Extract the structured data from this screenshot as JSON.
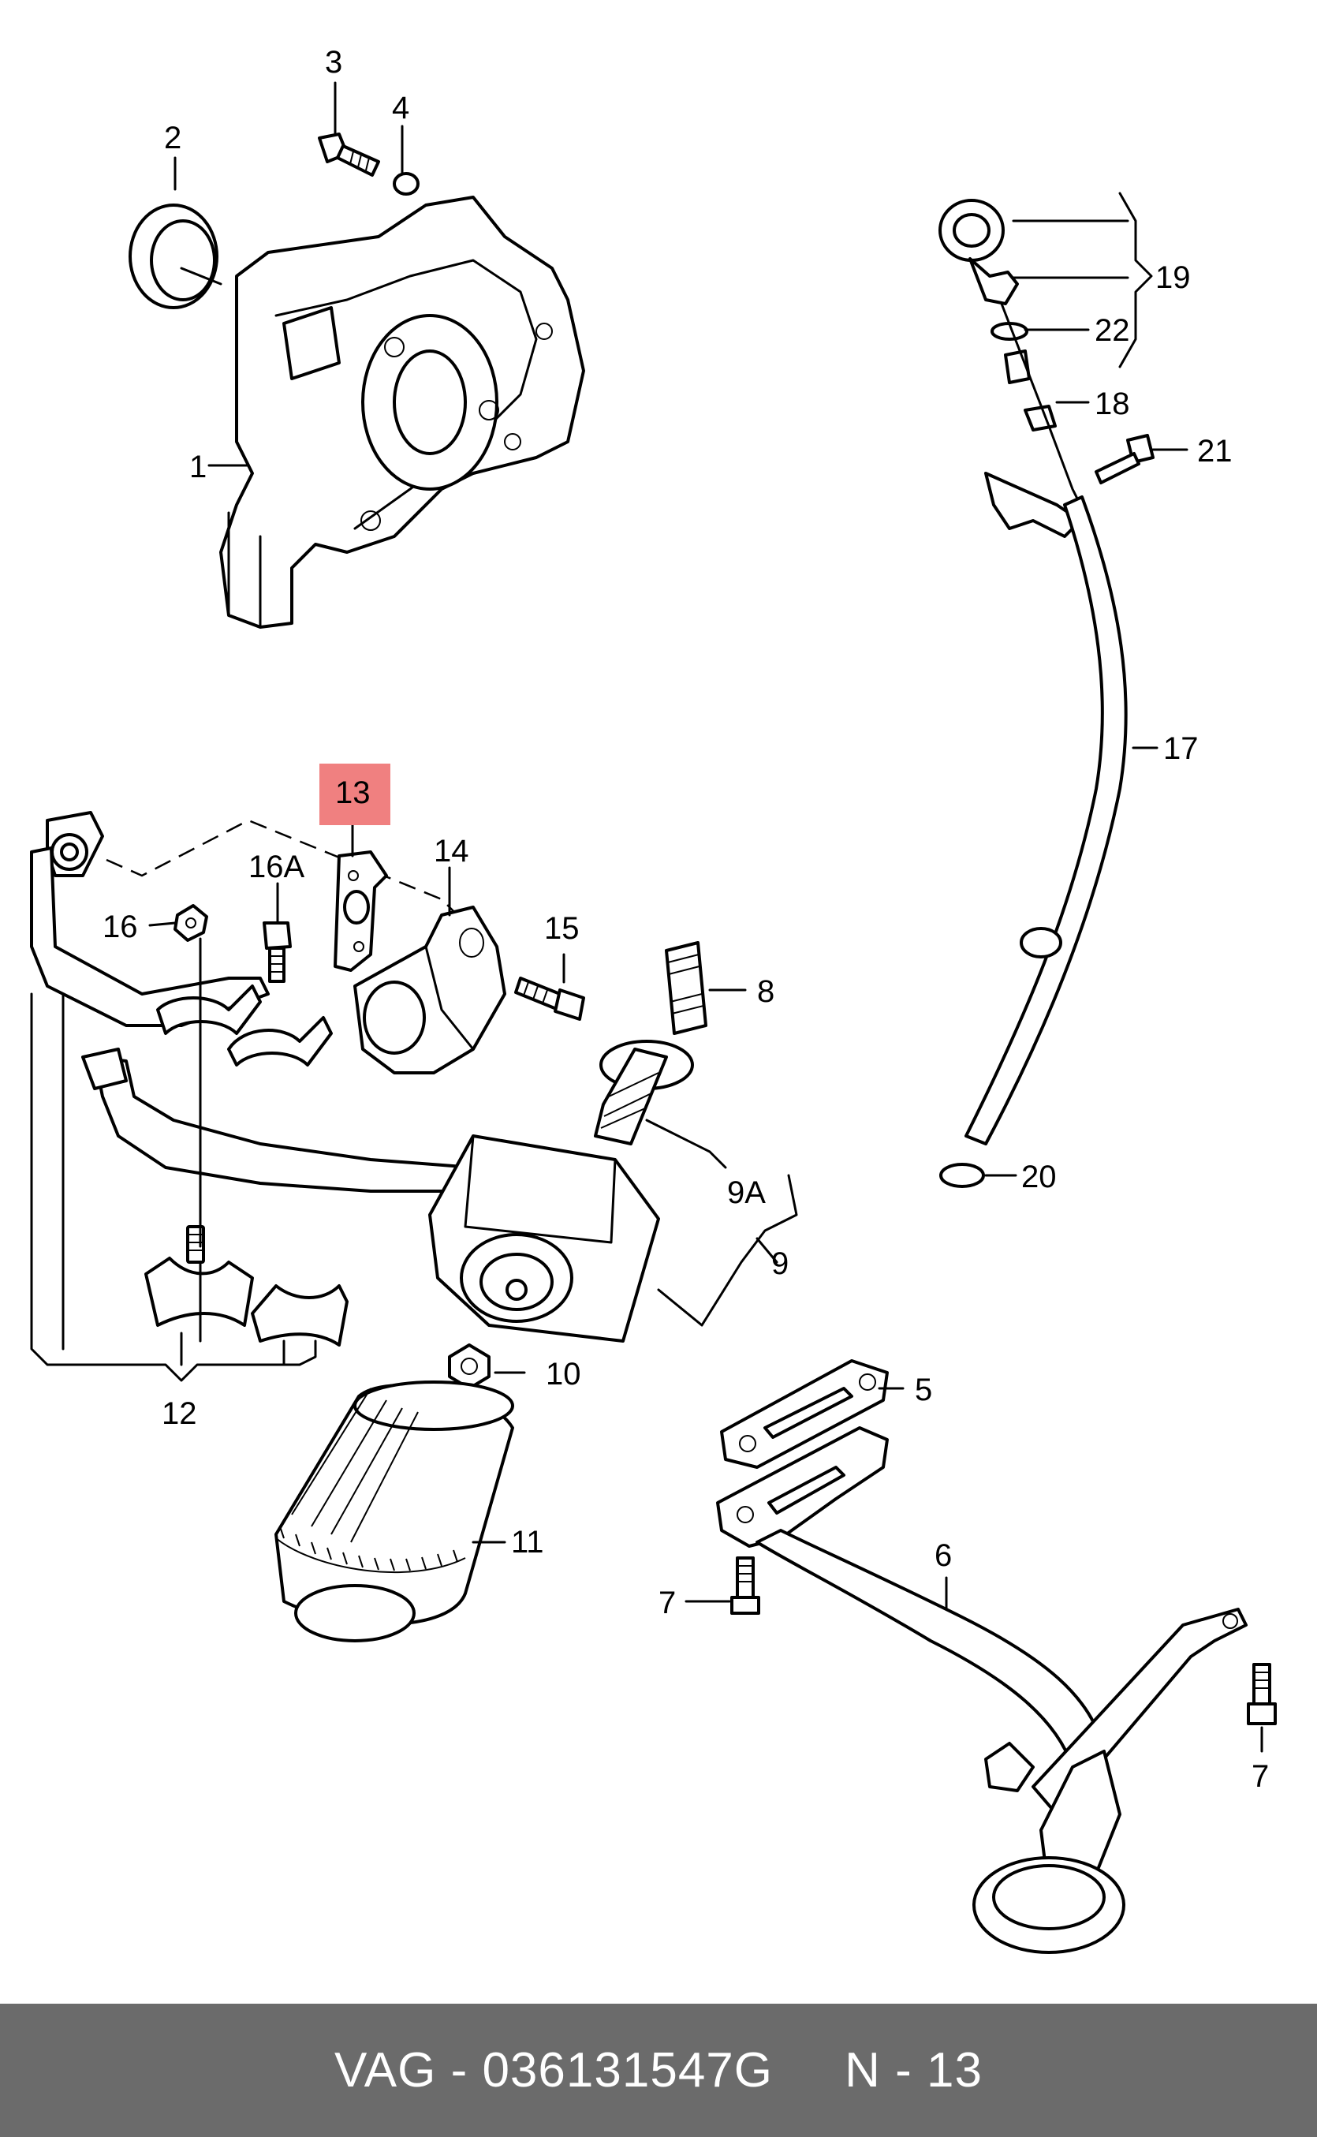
{
  "callouts": {
    "p1": "1",
    "p2": "2",
    "p3": "3",
    "p4": "4",
    "p5": "5",
    "p6": "6",
    "p7a": "7",
    "p7b": "7",
    "p8": "8",
    "p9": "9",
    "p9a": "9A",
    "p10": "10",
    "p11": "11",
    "p12": "12",
    "p13": "13",
    "p14": "14",
    "p15": "15",
    "p16": "16",
    "p16a": "16A",
    "p17": "17",
    "p18": "18",
    "p19": "19",
    "p20": "20",
    "p21": "21",
    "p22": "22"
  },
  "highlight": {
    "part": "13",
    "color": "#f08080"
  },
  "footer": {
    "text": "VAG - 036131547G     N - 13",
    "background": "#6b6b6b",
    "color": "#ffffff"
  }
}
